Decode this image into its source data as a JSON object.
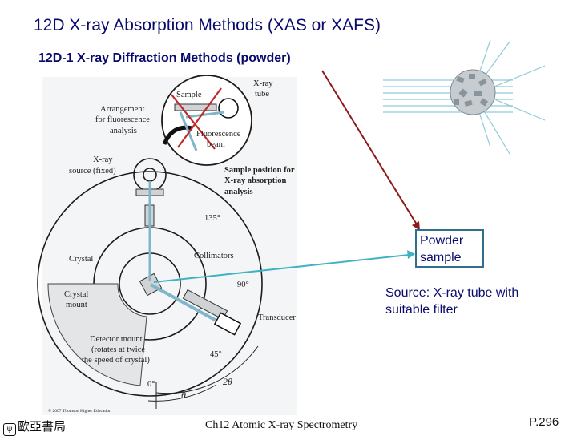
{
  "slide": {
    "title": "12D X-ray Absorption Methods (XAS or XAFS)",
    "subtitle": "12D-1 X-ray Diffraction Methods (powder)",
    "powder_label": "Powder sample",
    "source_note": "Source: X-ray tube with suitable filter",
    "footer": "Ch12 Atomic X-ray Spectrometry",
    "page_number": "P.296",
    "publisher": "歐亞書局"
  },
  "diagram": {
    "labels": {
      "sample": "Sample",
      "xray_tube_1": "X-ray",
      "xray_tube_2": "tube",
      "arrangement_1": "Arrangement",
      "arrangement_2": "for fluorescence",
      "arrangement_3": "analysis",
      "fluorescence_1": "Fluorescence",
      "fluorescence_2": "beam",
      "source_1": "X-ray",
      "source_2": "source (fixed)",
      "sample_position_1": "Sample position for",
      "sample_position_2": "X-ray absorption",
      "sample_position_3": "analysis",
      "angle_135": "135°",
      "crystal": "Crystal",
      "collimators": "Collimators",
      "angle_90": "90°",
      "crystal_mount_1": "Crystal",
      "crystal_mount_2": "mount",
      "transducer": "Transducer",
      "detector_1": "Detector mount",
      "detector_2": "(rotates at twice",
      "detector_3": "the speed of crystal)",
      "angle_45": "45°",
      "angle_0": "0°",
      "two_theta": "2θ",
      "theta": "θ",
      "copyright": "© 2007 Thomson Higher Education"
    }
  },
  "colors": {
    "title": "#0a0a6e",
    "red_arrow": "#8b1a1a",
    "teal_arrow": "#3fb3c4",
    "box_border": "#2f6e8c",
    "x_mark": "#c0282a"
  }
}
